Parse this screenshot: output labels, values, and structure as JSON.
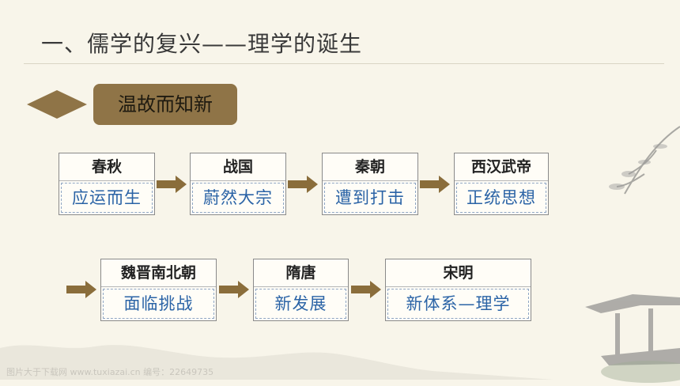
{
  "slide": {
    "title": "一、儒学的复兴——理学的诞生",
    "section_label": "温故而知新"
  },
  "timeline_row1": [
    {
      "period": "春秋",
      "note": "应运而生"
    },
    {
      "period": "战国",
      "note": "蔚然大宗"
    },
    {
      "period": "秦朝",
      "note": "遭到打击"
    },
    {
      "period": "西汉武帝",
      "note": "正统思想"
    }
  ],
  "timeline_row2": [
    {
      "period": "魏晋南北朝",
      "note": "面临挑战"
    },
    {
      "period": "隋唐",
      "note": "新发展"
    },
    {
      "period": "宋明",
      "note": "新体系—理学"
    }
  ],
  "watermark": "图片大于下载网 www.tuxiazai.cn  编号：22649735",
  "colors": {
    "background": "#f8f5ea",
    "banner": "#8f7447",
    "arrow": "#8a6d3b",
    "note_text": "#2a63a6"
  },
  "icons": [
    "diamond-icon",
    "right-arrow-icon",
    "pavilion-decoration",
    "ink-mountain-decoration"
  ]
}
